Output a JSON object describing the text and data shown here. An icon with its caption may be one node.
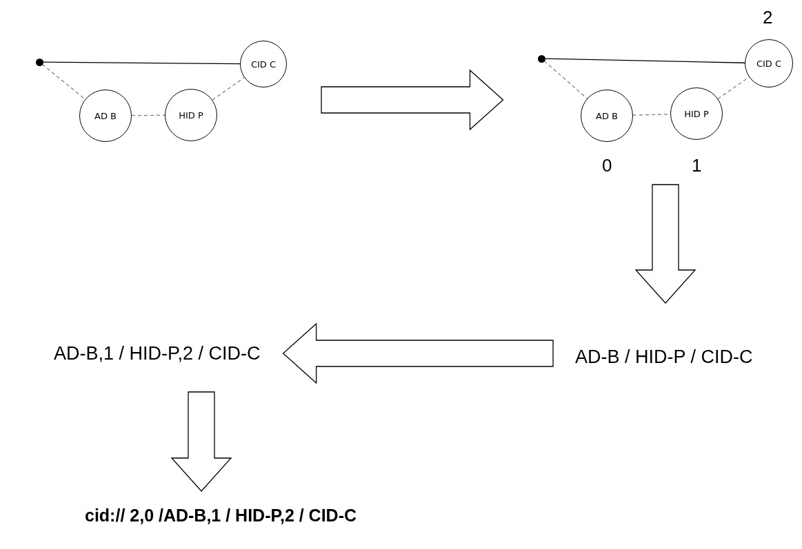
{
  "diagram": {
    "nodes": [
      {
        "text": [],
        "shape": "dot"
      },
      {
        "text": [
          "AD B"
        ]
      },
      {
        "text": [
          "HID P"
        ]
      },
      {
        "text": [
          "CID C"
        ]
      },
      {
        "text": [],
        "shape": "dot"
      },
      {
        "text": [
          "AD B"
        ],
        "beside": [
          "0"
        ]
      },
      {
        "text": [
          "HID P"
        ],
        "beside": [
          "1"
        ]
      },
      {
        "text": [
          "CID C"
        ],
        "beside": [
          "2"
        ]
      },
      {
        "text": [
          "AD-B / HID-P / CID-C"
        ]
      },
      {
        "text": [
          "AD-B,1 / HID-P,2 / CID-C"
        ]
      },
      {
        "text": [
          "cid:// 2,0 /AD-B,1 / HID-P,2 / CID-C"
        ]
      }
    ],
    "edges": [
      {
        "from": 0,
        "to": 3,
        "arrow": "none",
        "color": "#000000"
      },
      {
        "from": 0,
        "to": 1,
        "arrow": "none",
        "style": "dashed"
      },
      {
        "from": 1,
        "to": 2,
        "arrow": "none",
        "style": "dashed"
      },
      {
        "from": 2,
        "to": 3,
        "arrow": "none",
        "style": "dashed"
      },
      {
        "from": 4,
        "to": 7,
        "arrow": "none",
        "color": "#000000"
      },
      {
        "from": 4,
        "to": 5,
        "arrow": "none",
        "style": "dashed"
      },
      {
        "from": 5,
        "to": 6,
        "arrow": "none",
        "style": "dashed"
      },
      {
        "from": 6,
        "to": 7,
        "arrow": "none",
        "style": "dashed"
      },
      {
        "from": 3,
        "to": 4,
        "arrow": "to",
        "style": "thick"
      },
      {
        "from": 6,
        "to": 8,
        "arrow": "to",
        "style": "thick"
      },
      {
        "from": 8,
        "to": 9,
        "arrow": "to",
        "style": "thick"
      },
      {
        "from": 9,
        "to": 10,
        "arrow": "to",
        "style": "thick"
      }
    ]
  }
}
